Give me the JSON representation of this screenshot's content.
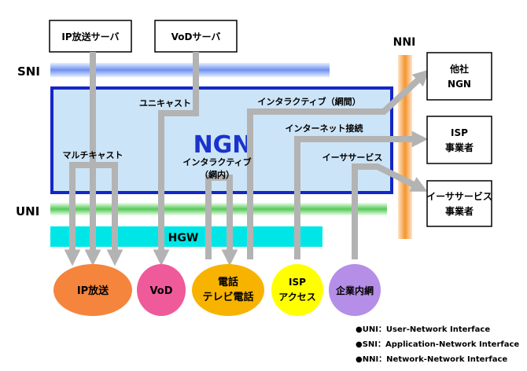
{
  "labels": {
    "ip_server": "IP放送サーバ",
    "vod_server": "VoDサーバ",
    "sni": "SNI",
    "uni": "UNI",
    "nni": "NNI",
    "ngn": "NGN",
    "hgw": "HGW",
    "unicast": "ユニキャスト",
    "multicast": "マルチキャスト",
    "interactive_inner_1": "インタラクティブ",
    "interactive_inner_2": "（網内）",
    "interactive_inter": "インタラクティブ（網間）",
    "internet": "インターネット接続",
    "ether": "イーササービス"
  },
  "external": [
    {
      "line1": "他社",
      "line2": "NGN"
    },
    {
      "line1": "ISP",
      "line2": "事業者"
    },
    {
      "line1": "イーササービス",
      "line2": "事業者"
    }
  ],
  "services": [
    {
      "line1": "IP放送",
      "line2": "",
      "color": "#f5843c"
    },
    {
      "line1": "VoD",
      "line2": "",
      "color": "#ef5a9a"
    },
    {
      "line1": "電話",
      "line2": "テレビ電話",
      "color": "#f7b300"
    },
    {
      "line1": "ISP",
      "line2": "アクセス",
      "color": "#ffff00"
    },
    {
      "line1": "企業内網",
      "line2": "",
      "color": "#b58ee8"
    }
  ],
  "legend": [
    "●UNI：User-Network Interface",
    "●SNI：Application-Network Interface",
    "●NNI：Network-Network Interface"
  ],
  "colors": {
    "ngn_fill": "#cce4f7",
    "ngn_border": "#1326c8",
    "arrow": "#b3b3b3",
    "hgw": "#00e6e6",
    "nni_bar": "#f7a24a"
  }
}
